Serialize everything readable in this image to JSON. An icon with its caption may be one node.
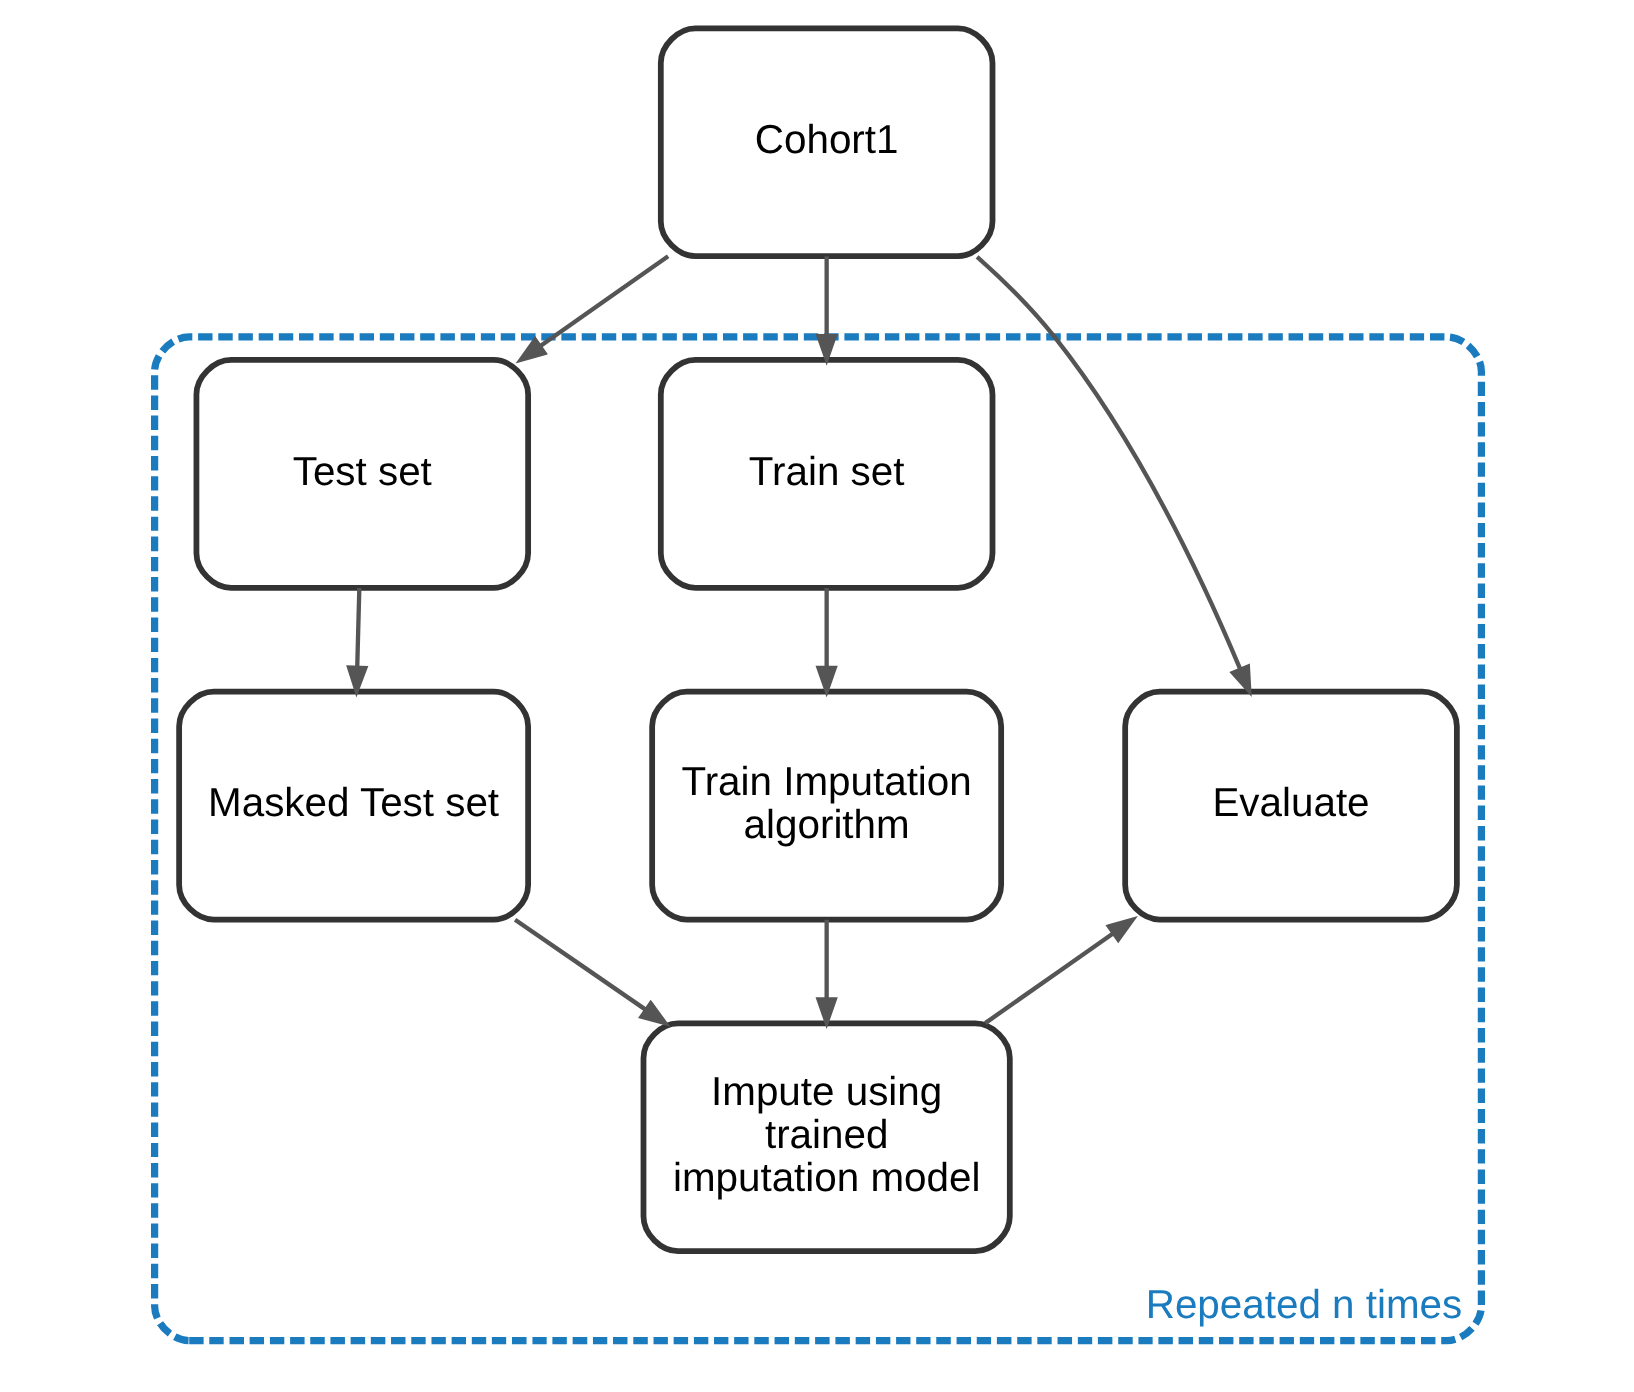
{
  "diagram": {
    "nodes": [
      {
        "text": [
          "Cohort1"
        ]
      },
      {
        "text": [
          "Repeated n times"
        ]
      },
      {
        "text": [
          "Train set"
        ],
        "in": 1
      },
      {
        "text": [
          "Test set"
        ],
        "in": 1
      },
      {
        "text": [
          "Train Imputation algorithm"
        ],
        "in": 1
      },
      {
        "text": [
          "Masked Test set"
        ],
        "in": 1
      },
      {
        "text": [
          "Evaluate"
        ],
        "in": 1
      },
      {
        "text": [
          "Impute using trained imputation model"
        ],
        "in": 1
      }
    ],
    "edges": [
      {
        "from": 0,
        "to": 2,
        "arrow": "to"
      },
      {
        "from": 0,
        "to": 3,
        "arrow": "to"
      },
      {
        "from": 0,
        "to": 6,
        "arrow": "to"
      },
      {
        "from": 2,
        "to": 4,
        "arrow": "to"
      },
      {
        "from": 3,
        "to": 5,
        "arrow": "to"
      },
      {
        "from": 4,
        "to": 7,
        "arrow": "to"
      },
      {
        "from": 5,
        "to": 7,
        "arrow": "to"
      },
      {
        "from": 7,
        "to": 6,
        "arrow": "to"
      }
    ]
  }
}
